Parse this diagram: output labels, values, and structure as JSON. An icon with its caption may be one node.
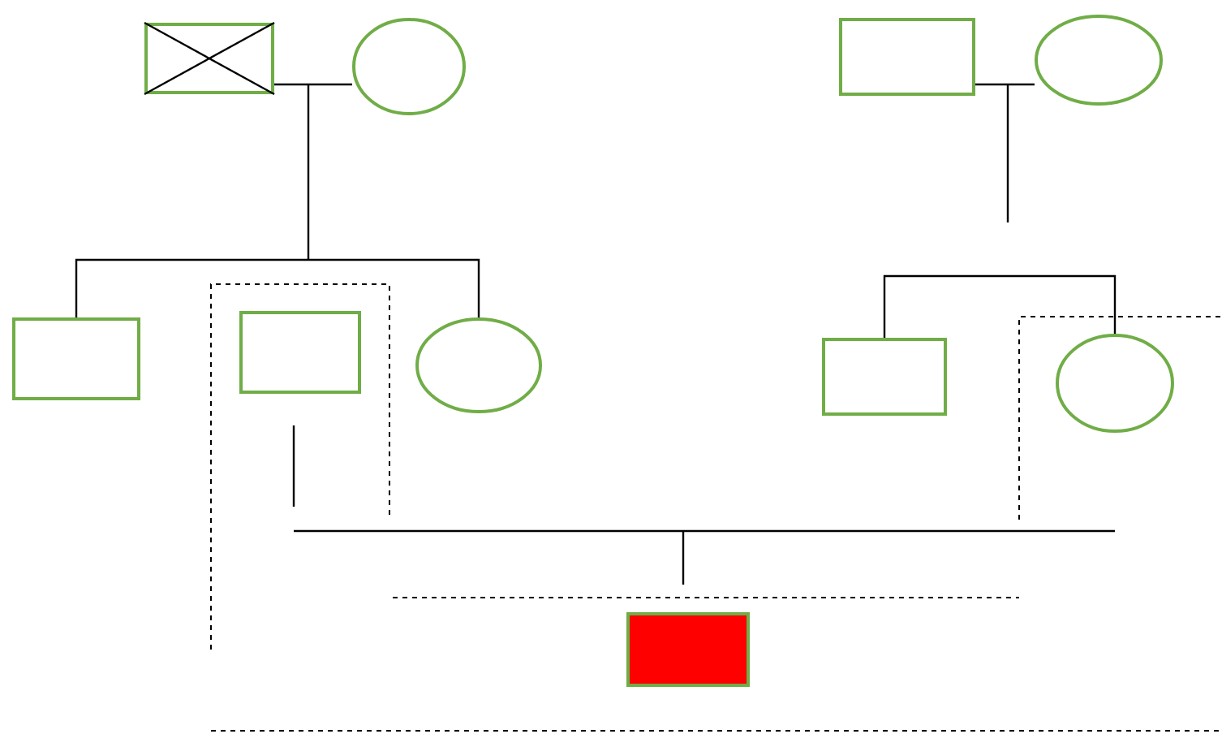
{
  "diagram": {
    "nodes": [
      {
        "text": [],
        "shape": "box"
      },
      {
        "text": [],
        "shape": "circle"
      },
      {
        "text": [],
        "shape": "box"
      },
      {
        "text": [],
        "shape": "circle"
      },
      {
        "text": [],
        "shape": "box"
      },
      {
        "text": [],
        "shape": "box"
      },
      {
        "text": [],
        "shape": "circle"
      },
      {
        "text": [],
        "shape": "box"
      },
      {
        "text": [],
        "shape": "circle"
      },
      {
        "text": [],
        "shape": "box"
      }
    ],
    "edges": [
      {
        "from": 0,
        "to": 1,
        "arrow": "none"
      },
      {
        "from": null,
        "to": 4,
        "arrow": "none"
      },
      {
        "from": null,
        "to": 6,
        "arrow": "none"
      },
      {
        "from": 2,
        "to": 3,
        "arrow": "none"
      },
      {
        "from": null,
        "to": 7,
        "arrow": "none"
      },
      {
        "from": null,
        "to": 8,
        "arrow": "none"
      }
    ]
  }
}
